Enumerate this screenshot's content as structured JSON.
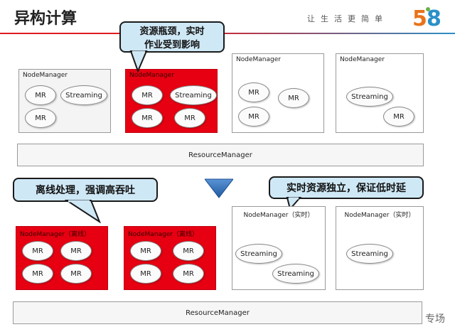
{
  "header": {
    "title": "异构计算",
    "slogan": "让生活更简单",
    "logo_text": "58"
  },
  "callouts": {
    "top": {
      "line1": "资源瓶颈，实时",
      "line2": "作业受到影响"
    },
    "left": {
      "text": "离线处理，强调高吞吐"
    },
    "right": {
      "text": "实时资源独立，保证低时延"
    }
  },
  "before": {
    "node_managers": [
      {
        "label": "NodeManager",
        "style": "gray",
        "items": [
          "MR",
          "Streaming",
          "MR"
        ]
      },
      {
        "label": "NodeManager",
        "style": "red",
        "items": [
          "MR",
          "Streaming",
          "MR",
          "MR"
        ]
      },
      {
        "label": "NodeManager",
        "style": "white",
        "items": [
          "MR",
          "MR",
          "MR"
        ]
      },
      {
        "label": "NodeManager",
        "style": "white",
        "items": [
          "Streaming",
          "MR"
        ]
      }
    ],
    "resource_manager": "ResourceManager"
  },
  "after": {
    "node_managers": [
      {
        "label": "NodeManager（离线）",
        "style": "red",
        "items": [
          "MR",
          "MR",
          "MR",
          "MR"
        ]
      },
      {
        "label": "NodeManager（离线）",
        "style": "red",
        "items": [
          "MR",
          "MR",
          "MR",
          "MR"
        ]
      },
      {
        "label": "NodeManager（实时）",
        "style": "white",
        "items": [
          "Streaming",
          "Streaming"
        ]
      },
      {
        "label": "NodeManager（实时）",
        "style": "white",
        "items": [
          "Streaming"
        ]
      }
    ],
    "resource_manager": "ResourceManager"
  },
  "footer": {
    "text": "专场"
  },
  "colors": {
    "red": "#e60012",
    "callout_fill": "#cfe8f6",
    "arrow": "#2f6fb5",
    "rule_red": "#e31b23",
    "rule_blue": "#2a90c8"
  },
  "icons": {
    "transition": "down-arrow-icon",
    "brand": "58-logo-icon"
  }
}
